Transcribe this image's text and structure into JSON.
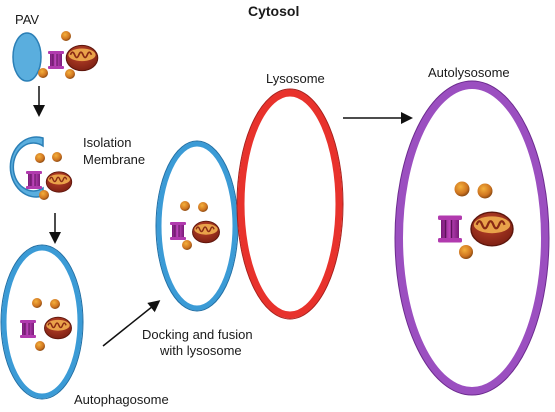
{
  "title": "Cytosol",
  "labels": {
    "pav": "PAV",
    "isolation_line1": "Isolation",
    "isolation_line2": "Membrane",
    "lysosome": "Lysosome",
    "autolysosome": "Autolysosome",
    "docking_line1": "Docking and fusion",
    "docking_line2": "with lysosome",
    "autophagosome": "Autophagosome"
  },
  "colors": {
    "membrane_blue": "#3b9bd6",
    "membrane_blue_fill": "#5aaede",
    "lysosome_red": "#e8322c",
    "autolysosome_purple": "#9b4fc0",
    "mitochondrion": "#9c2b1c",
    "proteasome": "#a12a9a",
    "granule": "#d07a1e"
  },
  "icons": [
    "mitochondrion-icon",
    "proteasome-icon",
    "cargo-granule-icon"
  ]
}
